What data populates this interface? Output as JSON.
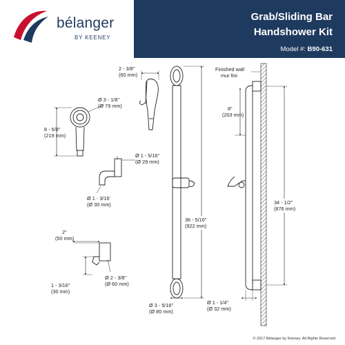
{
  "header": {
    "title_line1": "Grab/Sliding Bar",
    "title_line2": "Handshower Kit",
    "model_label": "Model #:",
    "model_number": "B90-631",
    "brand": "bélanger",
    "brand_sub": "BY KEENEY",
    "accent_color": "#1f3a5f",
    "logo_colors": [
      "#c8102e",
      "#1f3a5f"
    ]
  },
  "dimensions": {
    "handshower_width": "2 - 3/8\"",
    "handshower_width_mm": "(60 mm)",
    "head_diameter": "Ø 3 - 1/8\"",
    "head_diameter_mm": "(Ø 79 mm)",
    "handshower_length": "8 - 5/8\"",
    "handshower_length_mm": "(219 mm)",
    "bracket_diameter": "Ø 1 - 5/16\"",
    "bracket_diameter_mm": "(Ø 29 mm)",
    "elbow_diameter": "Ø 1 - 3/16'",
    "elbow_diameter_mm": "(Ø 30 mm)",
    "outlet_width": "2\"",
    "outlet_width_mm": "(50 mm)",
    "outlet_flange": "Ø 2 - 3/8\"",
    "outlet_flange_mm": "(Ø 60 mm)",
    "outlet_depth": "1 - 3/16\"",
    "outlet_depth_mm": "(30 mm)",
    "finished_wall": "Finished wall",
    "finished_wall_fr": "mur fini",
    "offset": "8\"",
    "offset_mm": "(203 mm)",
    "bar_length": "36 - 5/16\"",
    "bar_length_mm": "(922 mm)",
    "mount_spacing": "34 - 1/2\"",
    "mount_spacing_mm": "(876 mm)",
    "flange_diameter": "Ø 3 - 5/16\"",
    "flange_diameter_mm": "(Ø 80 mm)",
    "bar_diameter": "Ø 1 - 1/4\"",
    "bar_diameter_mm": "(Ø 32 mm)"
  },
  "footer": {
    "copyright": "© 2017 Bélanger by Keeney. All Rights Reserved"
  }
}
